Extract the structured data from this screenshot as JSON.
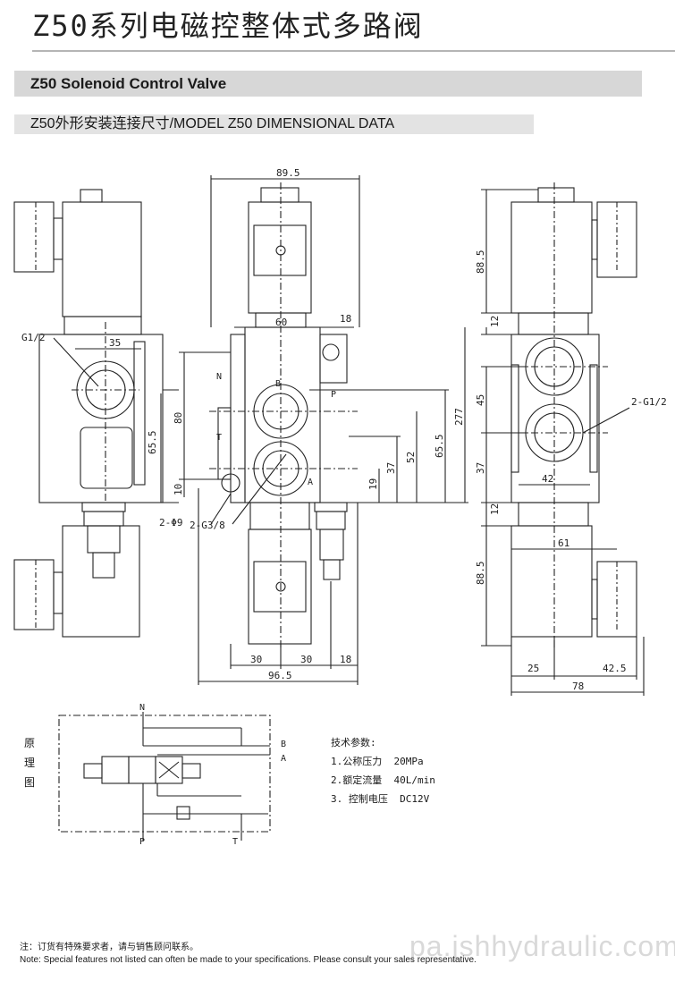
{
  "title": "Z50系列电磁控整体式多路阀",
  "section_header": "Z50 Solenoid Control Valve",
  "subsection_header": "Z50外形安装连接尺寸/MODEL Z50 DIMENSIONAL DATA",
  "dimensions": {
    "d_89_5": "89.5",
    "d_60": "60",
    "d_18_top": "18",
    "d_35": "35",
    "d_80": "80",
    "d_65_5_left": "65.5",
    "d_10": "10",
    "d_37_mid": "37",
    "d_52": "52",
    "d_65_5_mid": "65.5",
    "d_19": "19",
    "d_277": "277",
    "d_30_a": "30",
    "d_30_b": "30",
    "d_18_bottom": "18",
    "d_96_5": "96.5",
    "d_88_5_top": "88.5",
    "d_12_top": "12",
    "d_45": "45",
    "d_37_right": "37",
    "d_42": "42",
    "d_12_bottom": "12",
    "d_61": "61",
    "d_88_5_bottom": "88.5",
    "d_25": "25",
    "d_42_5": "42.5",
    "d_78": "78"
  },
  "callouts": {
    "g12": "G1/2",
    "phi9": "2-Φ9",
    "g38": "2-G3/8",
    "two_g12": "2-G1/2",
    "port_n": "N",
    "port_b": "B",
    "port_p": "P",
    "port_t": "T",
    "port_a": "A"
  },
  "schematic": {
    "side_label": [
      "原",
      "理",
      "图"
    ],
    "port_n": "N",
    "port_b": "B",
    "port_a": "A",
    "port_p": "P",
    "port_t": "T"
  },
  "specs": {
    "heading": "技术参数:",
    "items": [
      "1.公称压力  20MPa",
      "2.额定流量  40L/min",
      "3. 控制电压  DC12V"
    ]
  },
  "note": {
    "cn": "注：订货有特殊要求者，请与销售顾问联系。",
    "en": "Note: Special features not listed can often be made to your specifications. Please consult your sales representative."
  },
  "watermark": "pa.jshhydraulic.com"
}
